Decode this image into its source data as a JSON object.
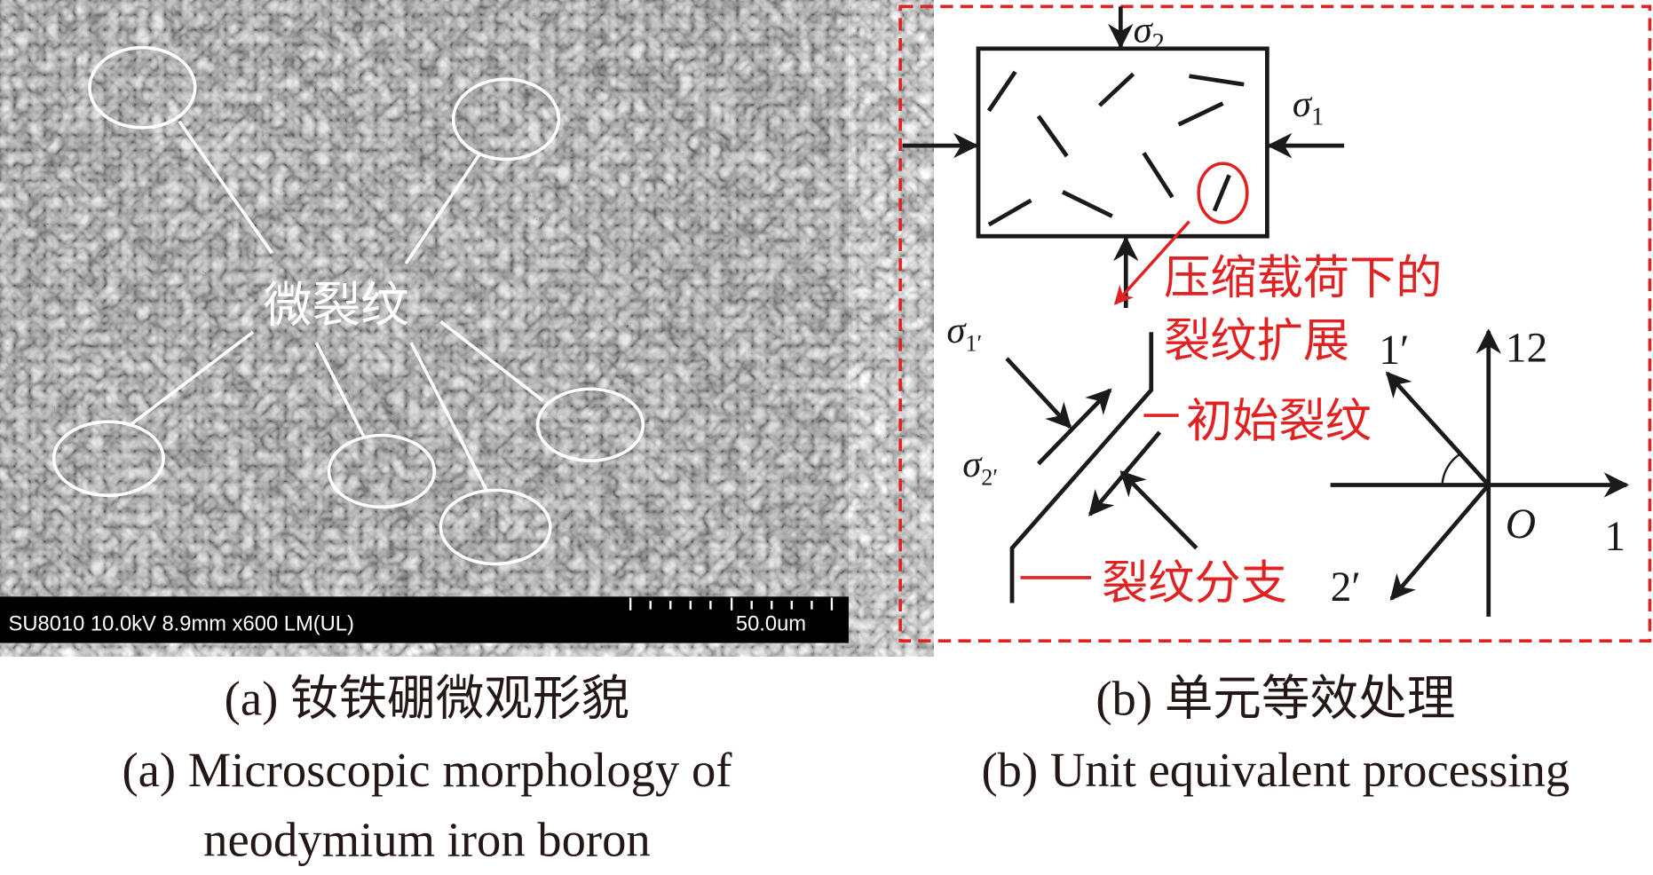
{
  "panel_a": {
    "annotation_label": "微裂纹",
    "info_bar": "SU8010 10.0kV 8.9mm x600 LM(UL)",
    "scale_bar": "50.0um",
    "caption_cn": "(a) 钕铁硼微观形貌",
    "caption_en_line1": "(a) Microscopic morphology of",
    "caption_en_line2": "neodymium iron boron"
  },
  "panel_b": {
    "sigma2": "σ",
    "sigma2_sub": "2",
    "sigma1": "σ",
    "sigma1_sub": "1",
    "sigma1p": "σ",
    "sigma1p_sub": "1′",
    "sigma2p": "σ",
    "sigma2p_sub": "2′",
    "note_line1": "压缩载荷下的",
    "note_line2": "裂纹扩展",
    "initial_crack": "初始裂纹",
    "crack_branch": "裂纹分支",
    "axis_12": "12",
    "axis_1p": "1′",
    "axis_1": "1",
    "axis_2p": "2′",
    "origin": "O",
    "caption_cn": "(b) 单元等效处理",
    "caption_en": "(b) Unit equivalent processing"
  },
  "colors": {
    "accent_red": "#e02222",
    "ink": "#1a1a1a"
  }
}
